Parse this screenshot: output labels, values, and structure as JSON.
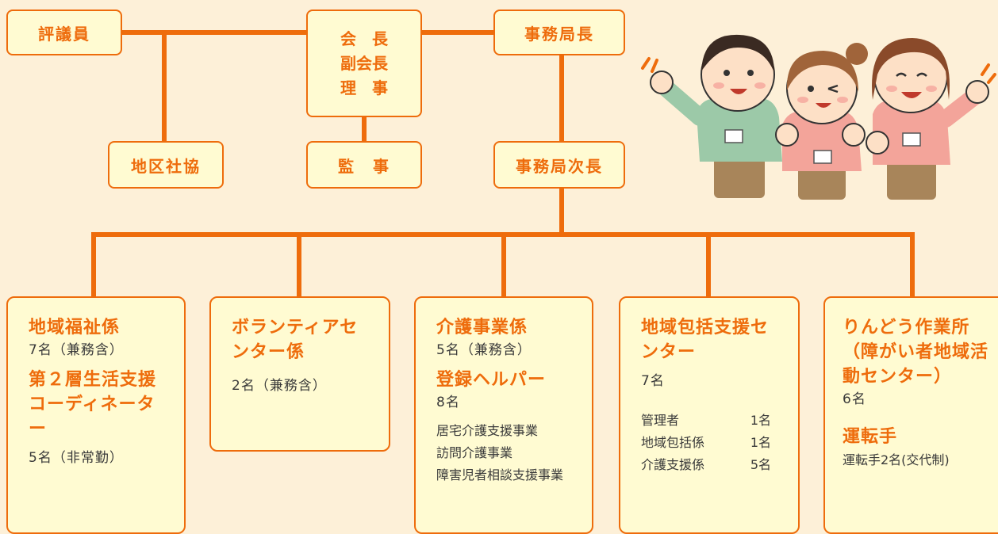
{
  "top": {
    "councilors": "評議員",
    "executive": [
      "会　長",
      "副会長",
      "理　事"
    ],
    "secretary_general": "事務局長",
    "district": "地区社協",
    "auditor": "監　事",
    "deputy_secretary": "事務局次長"
  },
  "departments": [
    {
      "title": "地域福祉係",
      "count": "7名（兼務含）",
      "sub_title": "第２層生活支援コーディネーター",
      "sub_count": "5名（非常勤）"
    },
    {
      "title": "ボランティアセンター係",
      "count": "2名（兼務含）"
    },
    {
      "title": "介護事業係",
      "count": "5名（兼務含）",
      "sub_title": "登録ヘルパー",
      "sub_count": "8名",
      "services": [
        "居宅介護支援事業",
        "訪問介護事業",
        "障害児者相談支援事業"
      ]
    },
    {
      "title": "地域包括支援センター",
      "count": "7名",
      "staff": [
        {
          "role": "管理者",
          "count": "1名"
        },
        {
          "role": "地域包括係",
          "count": "1名"
        },
        {
          "role": "介護支援係",
          "count": "5名"
        }
      ]
    },
    {
      "title": "りんどう作業所（障がい者地域活動センター）",
      "count": "6名",
      "sub_title": "運転手",
      "sub_count": "運転手2名(交代制)"
    }
  ],
  "colors": {
    "accent": "#ee6c0c",
    "box_fill": "#fffbd2",
    "background": "#fdf0d8"
  }
}
